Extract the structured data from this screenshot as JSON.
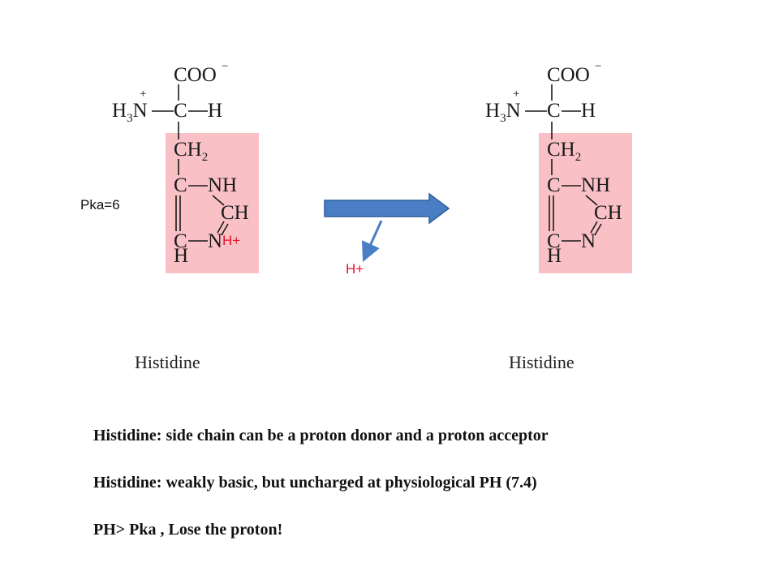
{
  "left_structure": {
    "coo": "COO",
    "charge_minus": "−",
    "charge_plus": "+",
    "h3": "H",
    "three": "3",
    "n": "N",
    "c": "C",
    "h": "H",
    "ch2": "CH",
    "two": "2",
    "nh": "NH",
    "ch": "CH",
    "n_ring": "N",
    "protonated_h": "H+",
    "caption": "Histidine"
  },
  "right_structure": {
    "coo": "COO",
    "charge_minus": "−",
    "charge_plus": "+",
    "h3": "H",
    "three": "3",
    "n": "N",
    "c": "C",
    "h": "H",
    "ch2": "CH",
    "two": "2",
    "nh": "NH",
    "ch": "CH",
    "n_ring": "N",
    "caption": "Histidine"
  },
  "pka_label": "Pka=6",
  "released_proton": "H+",
  "statements": [
    "Histidine: side chain can be a proton donor and a proton acceptor",
    "Histidine: weakly basic, but uncharged at physiological PH (7.4)",
    "PH> Pka , Lose the proton!"
  ],
  "colors": {
    "highlight": "#f9c0c6",
    "arrow_fill": "#4a7ec4",
    "arrow_stroke": "#2f5f9a",
    "proton_red": "#e8102a"
  }
}
